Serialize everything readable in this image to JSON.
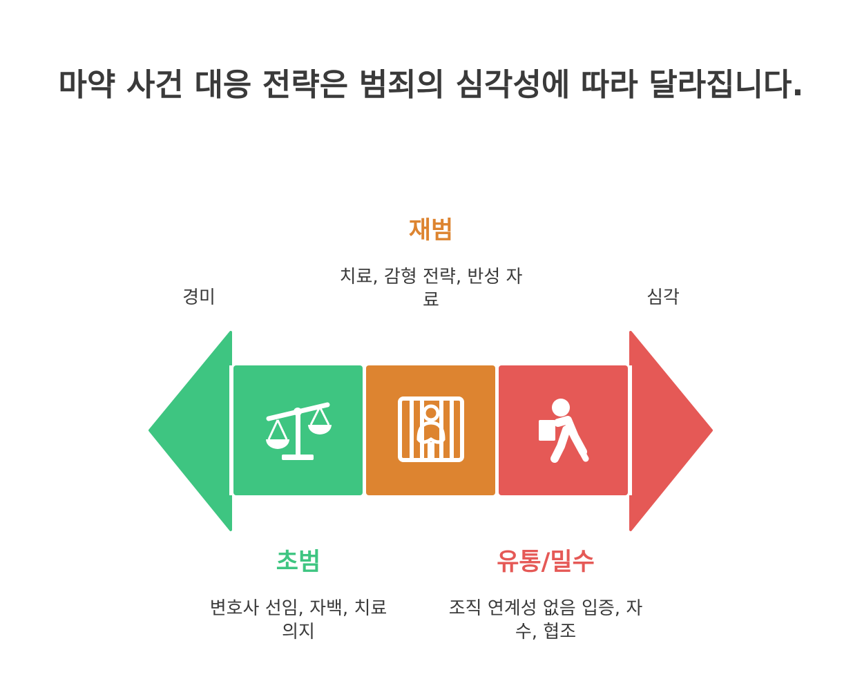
{
  "title": "마약 사건 대응 전략은 범죄의 심각성에 따라 달라집니다.",
  "scale": {
    "left_label": "경미",
    "right_label": "심각"
  },
  "stages": [
    {
      "title": "초범",
      "description": "변호사 선임, 자백, 치료 의지",
      "color": "#3ec581",
      "icon": "scales-icon"
    },
    {
      "title": "재범",
      "description": "치료, 감형 전략, 반성 자료",
      "color": "#dd8430",
      "icon": "prisoner-icon"
    },
    {
      "title": "유통/밀수",
      "description": "조직 연계성 없음 입증, 자수, 협조",
      "color": "#e55956",
      "icon": "courier-icon"
    }
  ]
}
